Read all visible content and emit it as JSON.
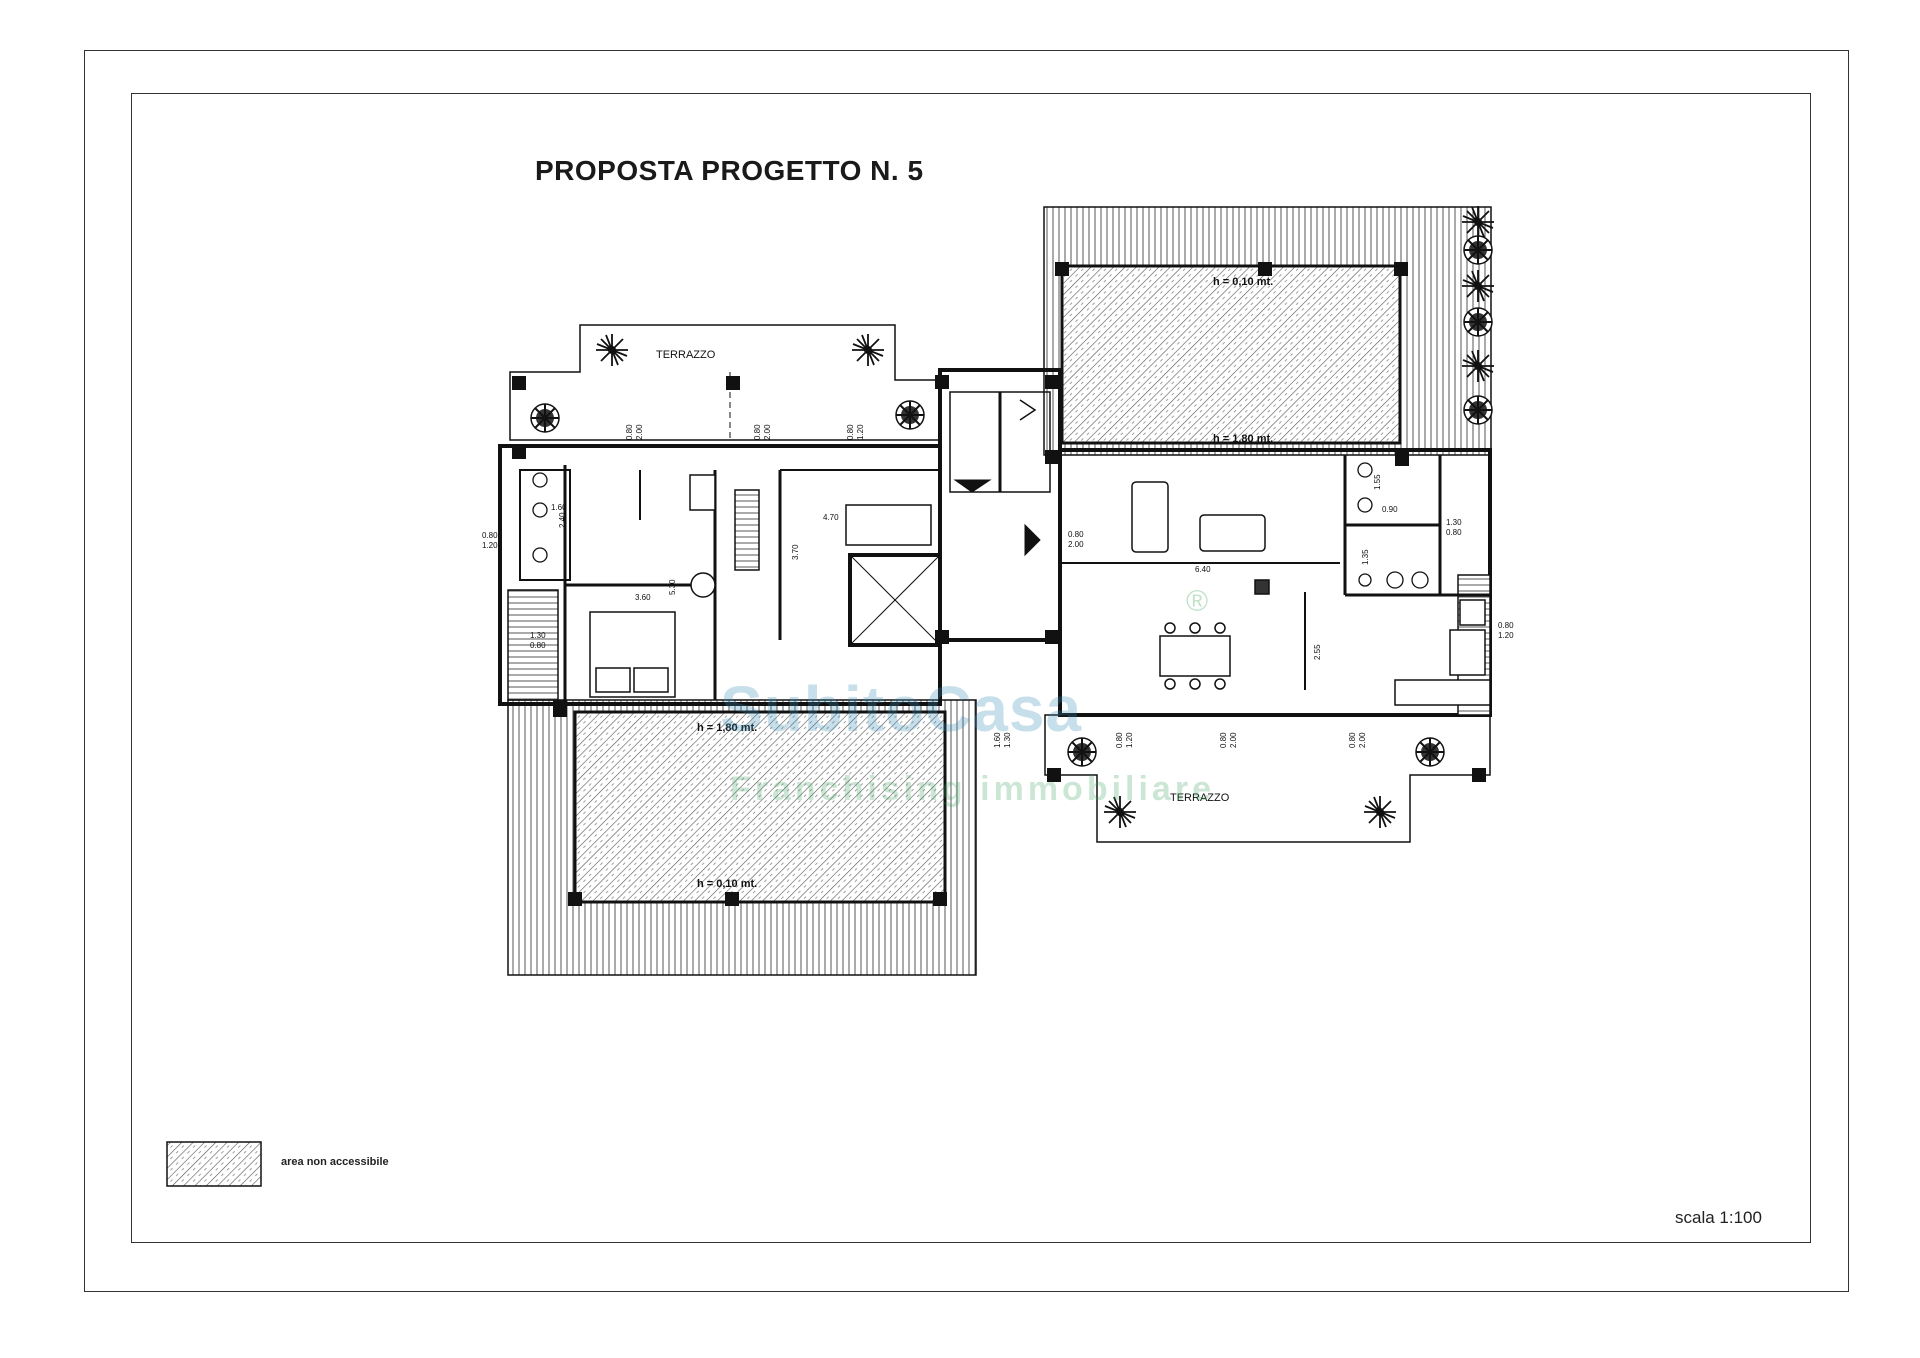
{
  "title": "PROPOSTA PROGETTO N. 5",
  "labels": {
    "terrazzo_left": "TERRAZZO",
    "terrazzo_right": "TERRAZZO",
    "h_top_low": "h = 0,10 mt.",
    "h_top_high": "h = 1,80 mt.",
    "h_bottom_high": "h = 1,80 mt.",
    "h_bottom_low": "h = 0,10 mt."
  },
  "dimensions": {
    "d_470": "4.70",
    "d_370": "3.70",
    "d_360": "3.60",
    "d_530": "5.30",
    "d_640": "6.40",
    "d_255": "2.55",
    "d_160": "1.60",
    "d_240": "2.40",
    "d_090": "0.90",
    "d_155": "1.55",
    "d_135": "1.35",
    "win_080_200_a": "0.80",
    "win_080_200_a2": "2.00",
    "win_080_200_b": "0.80",
    "win_080_200_b2": "2.00",
    "win_080_120_c": "0.80",
    "win_080_120_c2": "1.20",
    "win_080_120_l": "0.80",
    "win_080_120_l2": "1.20",
    "win_130_080_l": "1.30",
    "win_130_080_l2": "0.80",
    "win_080_200_liv": "0.80",
    "win_080_200_liv2": "2.00",
    "win_130_080_r": "1.30",
    "win_130_080_r2": "0.80",
    "win_080_120_r": "0.80",
    "win_080_120_r2": "1.20",
    "win_160_130": "1.60",
    "win_160_130b": "1.30",
    "win_080_120_s": "0.80",
    "win_080_120_s2": "1.20",
    "win_080_200_s": "0.80",
    "win_080_200_s2": "2.00",
    "win_080_200_t": "0.80",
    "win_080_200_t2": "2.00"
  },
  "legend": {
    "text": "area non accessibile"
  },
  "scale": "scala 1:100",
  "watermark": {
    "brand": "SubitoCasa",
    "tagline": "Franchising immobiliare",
    "registered": "®"
  }
}
